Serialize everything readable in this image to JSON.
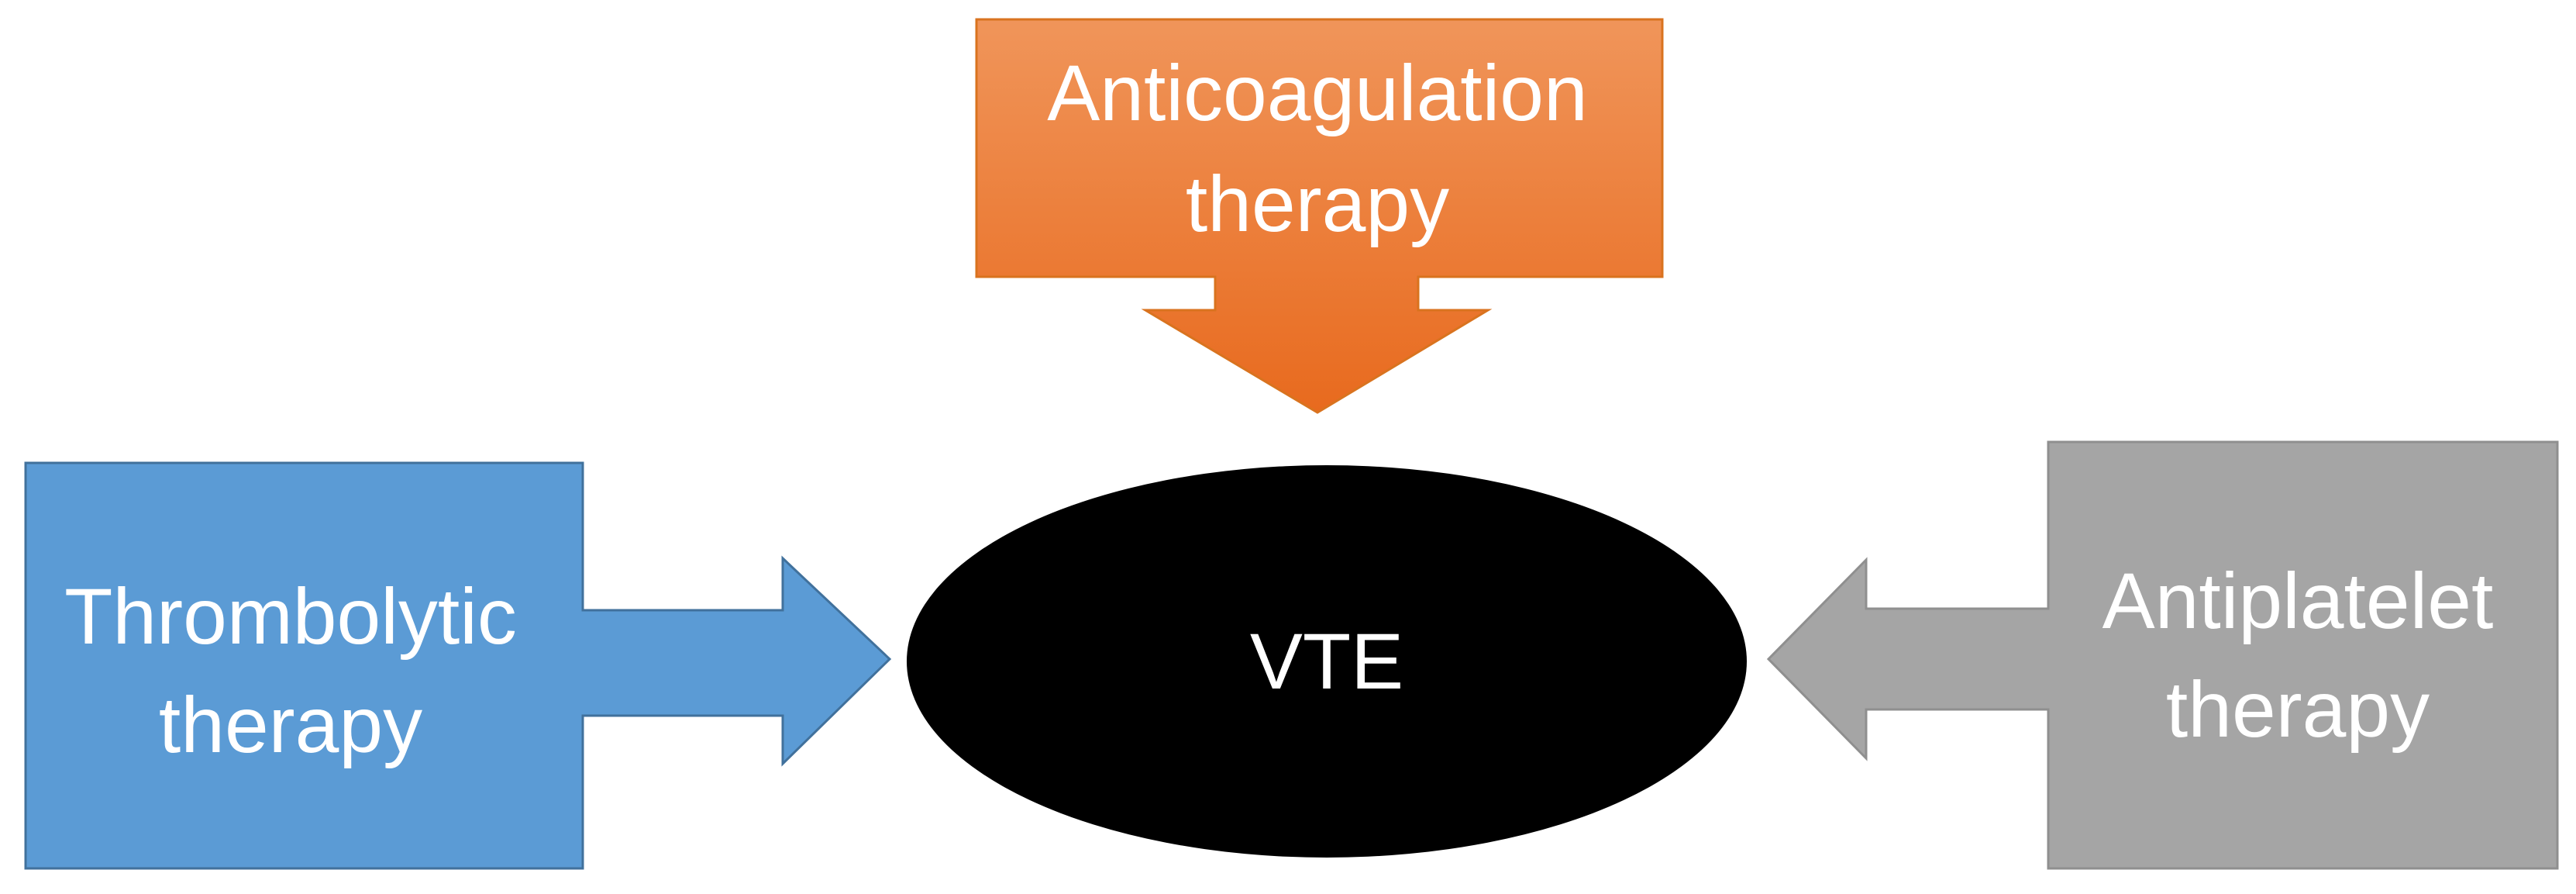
{
  "diagram": {
    "center": {
      "label": "VTE",
      "color": "#000000"
    },
    "anticoagulation": {
      "lines": [
        "Anticoagulation",
        "therapy"
      ],
      "color": "#ED7D31",
      "gradient_light": "#F0955A",
      "gradient_dark": "#E86A1E",
      "edge_color": "#D9731F"
    },
    "thrombolytic": {
      "lines": [
        "Thrombolytic",
        "therapy"
      ],
      "color": "#5B9BD5",
      "edge_color": "#41719C"
    },
    "antiplatelet": {
      "lines": [
        "Antiplatelet",
        "therapy"
      ],
      "color": "#A5A5A5",
      "edge_color": "#8F8F8F"
    },
    "text_color": "#FFFFFF"
  }
}
